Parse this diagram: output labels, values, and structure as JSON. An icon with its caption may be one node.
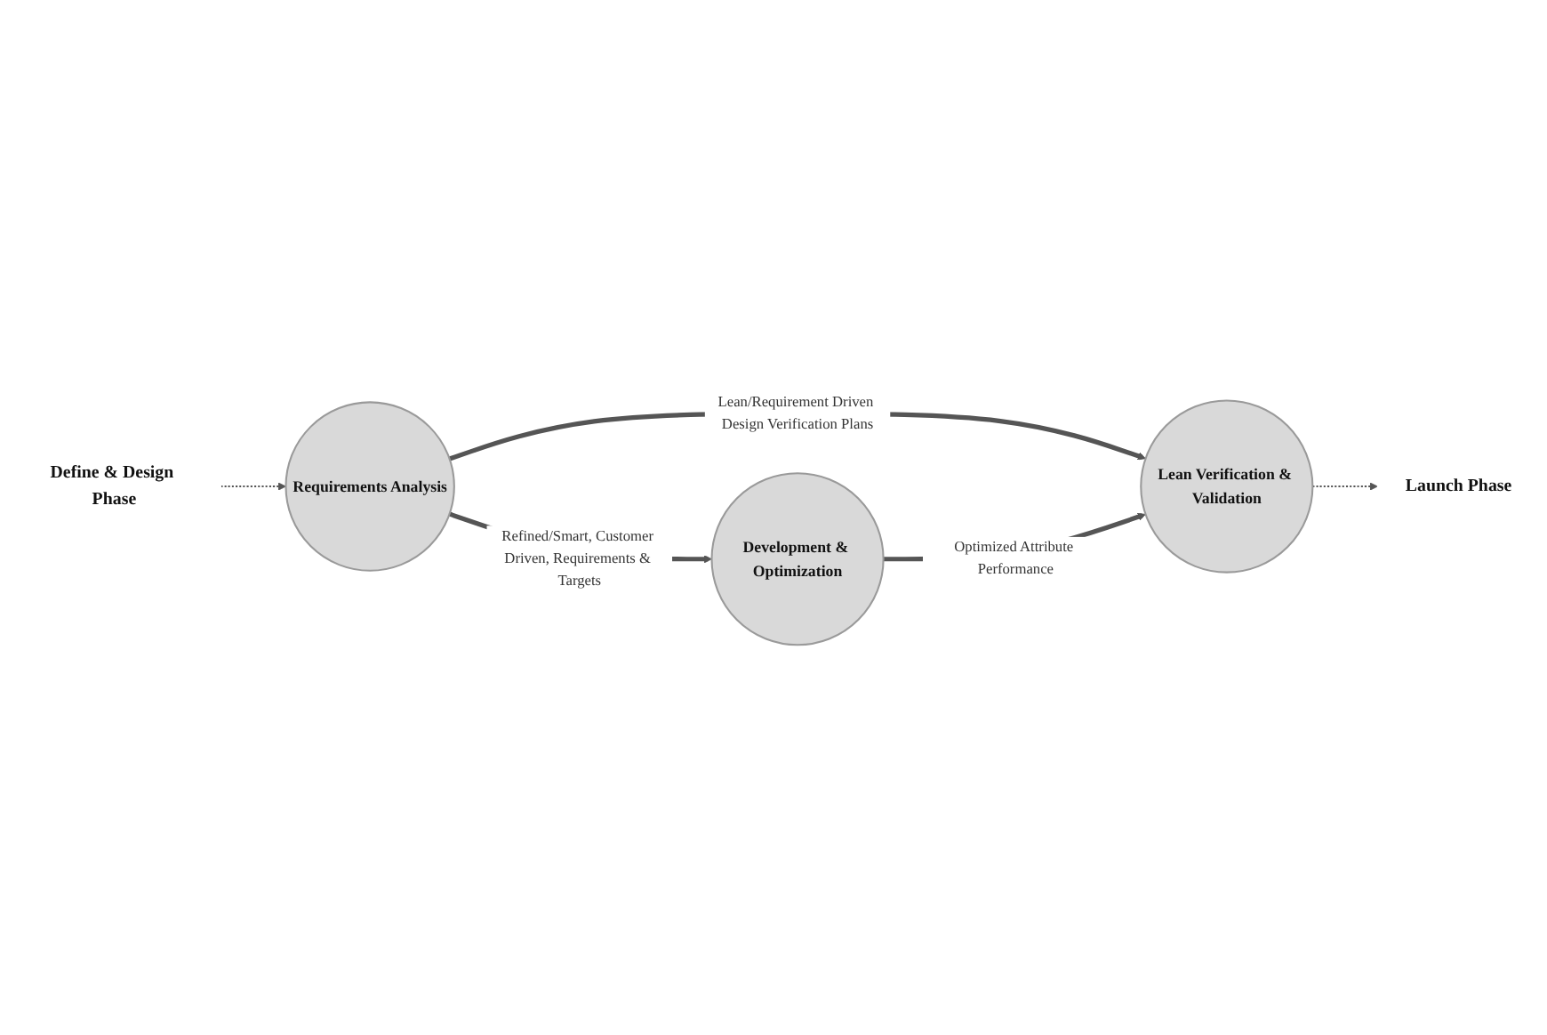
{
  "diagram": {
    "nodes": [
      {
        "text": [
          "Define & Design Phase"
        ]
      },
      {
        "text": [
          "Requirements Analysis"
        ]
      },
      {
        "text": [
          "Lean Verification & Validation"
        ]
      },
      {
        "text": [
          "Development & Optimization"
        ]
      },
      {
        "text": [
          "Launch Phase"
        ]
      }
    ],
    "edges": [
      {
        "from": 0,
        "to": 1,
        "arrow": "to",
        "style": "dashed"
      },
      {
        "from": 1,
        "to": 2,
        "arrow": "to",
        "label": "Lean/Requirement Driven Design Verification Plans"
      },
      {
        "from": 1,
        "to": 3,
        "arrow": "to",
        "label": "Refined/Smart, Customer Driven, Requirements & Targets"
      },
      {
        "from": 3,
        "to": 2,
        "arrow": "to",
        "label": "Optimized Attribute Performance"
      },
      {
        "from": 2,
        "to": 4,
        "arrow": "to",
        "style": "dashed"
      }
    ]
  }
}
